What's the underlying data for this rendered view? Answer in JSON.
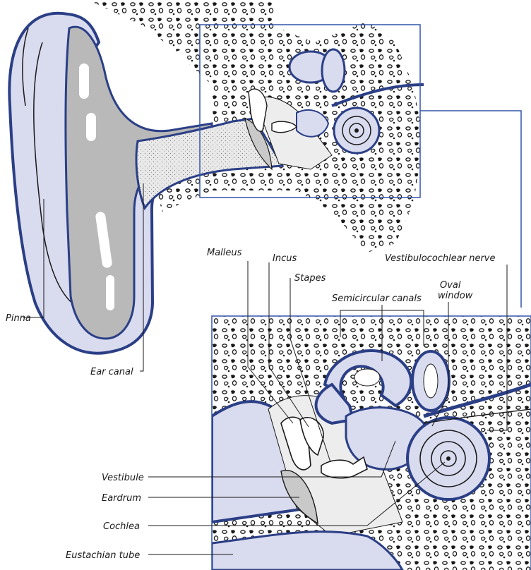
{
  "labels": {
    "pinna": "Pinna",
    "ear_canal": "Ear canal",
    "malleus": "Malleus",
    "incus": "Incus",
    "stapes": "Stapes",
    "semicircular_canals": "Semicircular canals",
    "vestibulocochlear_nerve": "Vestibulocochlear nerve",
    "oval_window_line1": "Oval",
    "oval_window_line2": "window",
    "vestibule": "Vestibule",
    "eardrum": "Eardrum",
    "cochlea": "Cochlea",
    "eustachian_tube": "Eustachian tube"
  },
  "colors": {
    "tissue": "#d9dbef",
    "outline": "#2b3f86",
    "bone": "#ffffff",
    "cartilage": "#b9b9b9",
    "cavity": "#ededed",
    "frame": "#3355aa",
    "ink": "#1a1a1a"
  }
}
